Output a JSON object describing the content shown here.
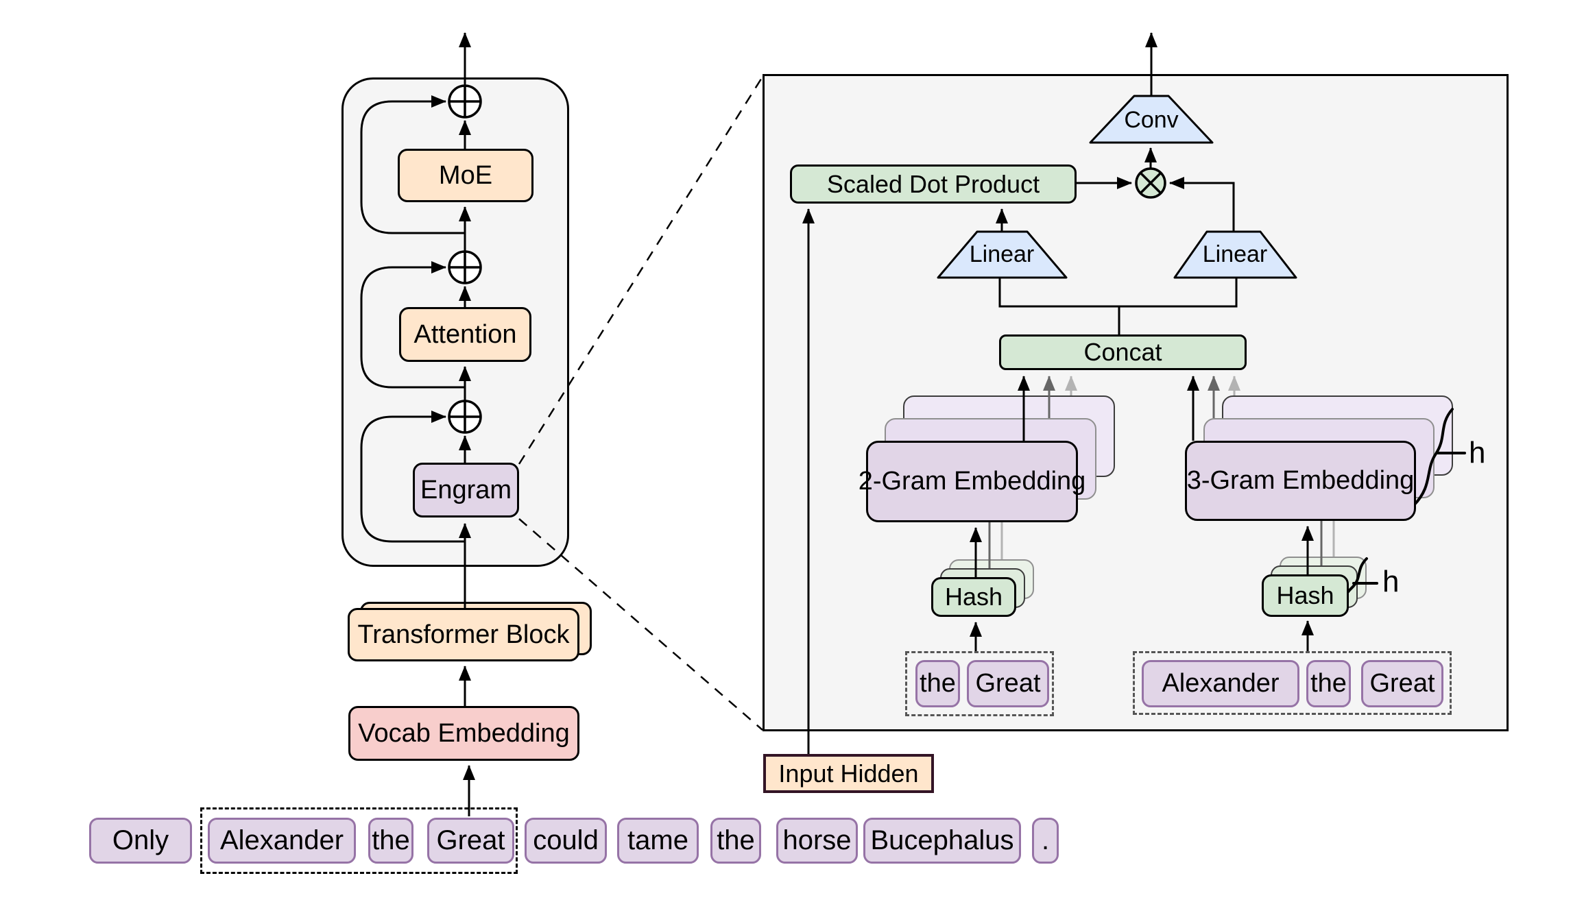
{
  "left": {
    "moe": "MoE",
    "attention": "Attention",
    "engram": "Engram",
    "transformer_block": "Transformer Block",
    "vocab_embedding": "Vocab Embedding"
  },
  "panel": {
    "conv": "Conv",
    "linear_left": "Linear",
    "linear_right": "Linear",
    "scaled_dot_product": "Scaled Dot Product",
    "concat": "Concat",
    "two_gram_embedding": "2-Gram Embedding",
    "three_gram_embedding": "3-Gram Embedding",
    "hash_left": "Hash",
    "hash_right": "Hash",
    "input_hidden": "Input Hidden",
    "head_count_label": "h",
    "two_gram_window": [
      "the",
      "Great"
    ],
    "three_gram_window": [
      "Alexander",
      "the",
      "Great"
    ]
  },
  "sentence": [
    "Only",
    "Alexander",
    "the",
    "Great",
    "could",
    "tame",
    "the",
    "horse",
    "Bucephalus",
    "."
  ],
  "colors": {
    "block_fill_orange": "#ffe6cc",
    "embed_fill_pink": "#f8cecc",
    "purple_fill": "#e1d5e7",
    "green_fill": "#d5e8d4",
    "blue_fill": "#dae8fc",
    "panel_fill": "#f5f5f5",
    "token_border": "#9673a6",
    "input_hidden_border": "#331425",
    "faded_arrow_gray": "#666666",
    "faded_arrow_light": "#b3b3b3"
  }
}
